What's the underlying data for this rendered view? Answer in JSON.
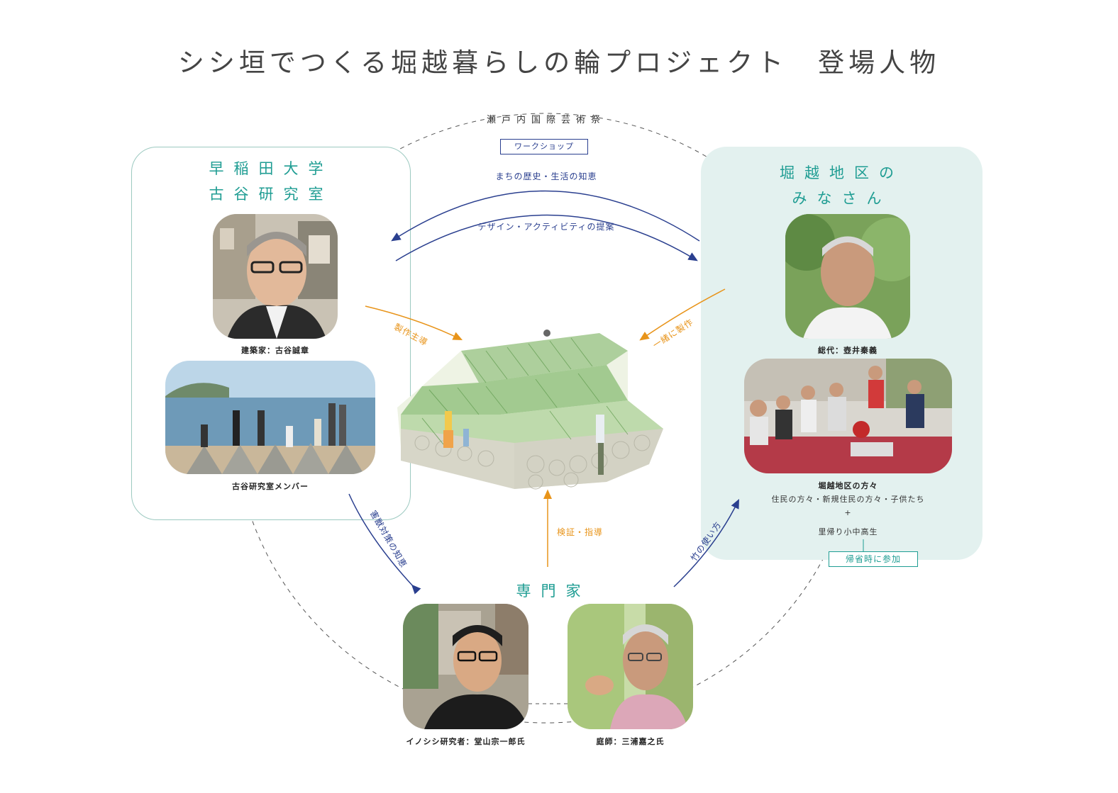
{
  "title": "シシ垣でつくる堀越暮らしの輪プロジェクト　登場人物",
  "outer_circle_label": "瀬戸内国際芸術祭",
  "waseda": {
    "title_line1": "早稲田大学",
    "title_line2": "古谷研究室",
    "architect_caption": "建築家：古谷誠章",
    "members_caption": "古谷研究室メンバー"
  },
  "horikoshi": {
    "title_line1": "堀越地区の",
    "title_line2": "みなさん",
    "leader_caption": "総代：壺井秦義",
    "residents_caption": "堀越地区の方々",
    "residents_detail": "住民の方々・新規住民の方々・子供たち",
    "plus": "+",
    "students": "里帰り小中高生",
    "homecoming_tag": "帰省時に参加"
  },
  "experts": {
    "title": "専門家",
    "boar_researcher_caption": "イノシシ研究者：堂山宗一郎氏",
    "gardener_caption": "庭師：三浦嘉之氏"
  },
  "flows": {
    "workshop_tag": "ワークショップ",
    "town_knowledge": "まちの歴史・生活の知恵",
    "design_proposal": "デザイン・アクティビティの提案",
    "production_lead": "製作主導",
    "make_together": "一緒に製作",
    "verify_guide": "検証・指導",
    "wildlife_knowledge": "害獣対策の知恵",
    "bamboo_usage": "竹の使い方"
  },
  "colors": {
    "teal": "#1f9d93",
    "navy": "#2a3f8f",
    "orange": "#e8941a",
    "box_fill": "#e3f1ef"
  }
}
